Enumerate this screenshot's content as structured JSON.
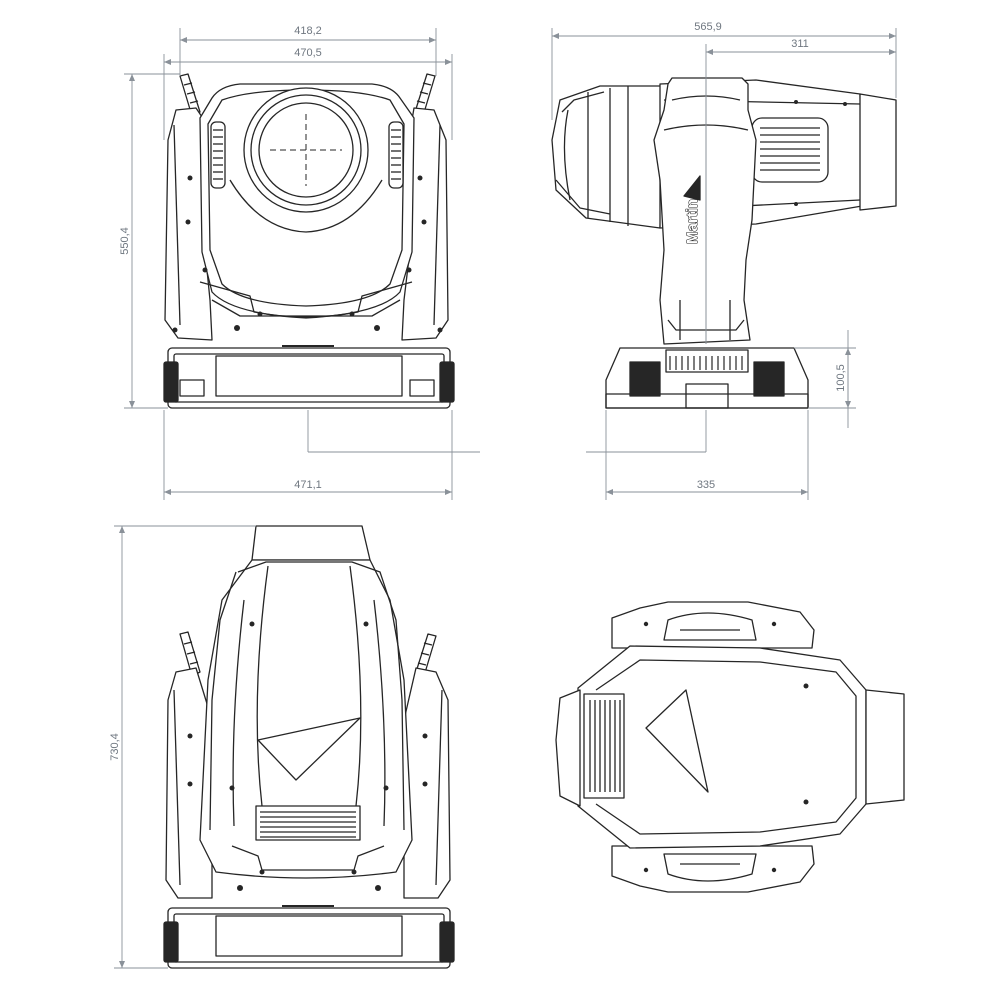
{
  "brand": "Martin",
  "colors": {
    "outline": "#262626",
    "dimension": "#8a9199",
    "dimension_text": "#6f7780"
  },
  "dimensions": {
    "front_width_top": "418,2",
    "front_width_handles": "470,5",
    "front_height": "550,4",
    "front_base_width": "471,1",
    "side_length": "565,9",
    "side_pivot_to_front": "311",
    "side_base_height": "100,5",
    "side_base_depth": "335",
    "tilted_height": "730,4"
  }
}
